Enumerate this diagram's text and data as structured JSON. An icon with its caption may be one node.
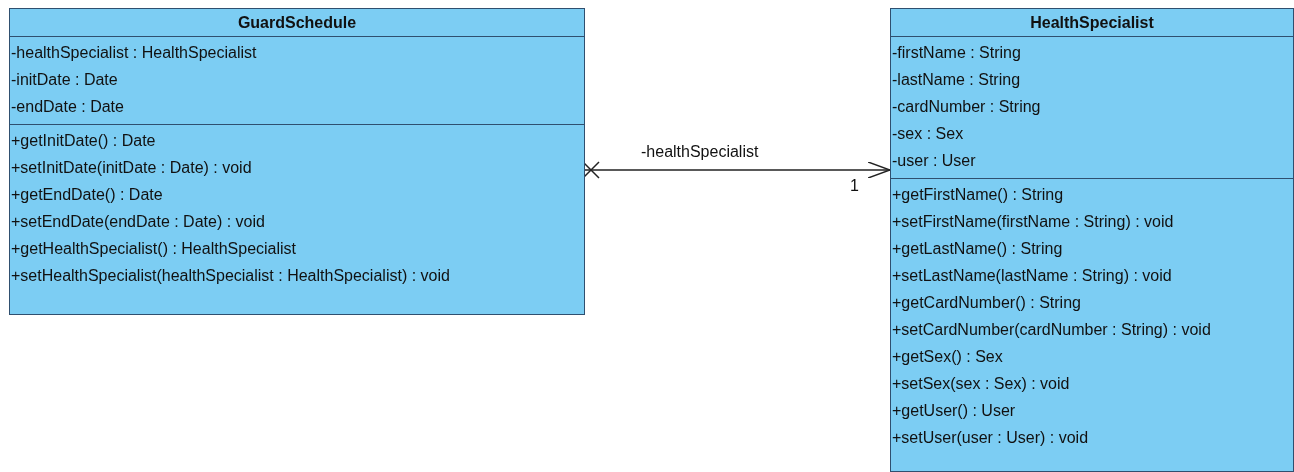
{
  "diagram": {
    "nodes": [
      {
        "text": [
          "GuardSchedule",
          "-healthSpecialist : HealthSpecialist",
          "-initDate : Date",
          "-endDate : Date",
          "+getInitDate() : Date",
          "+setInitDate(initDate : Date) : void",
          "+getEndDate() : Date",
          "+setEndDate(endDate : Date) : void",
          "+getHealthSpecialist() : HealthSpecialist",
          "+setHealthSpecialist(healthSpecialist : HealthSpecialist) : void"
        ]
      },
      {
        "text": [
          "HealthSpecialist",
          "-firstName : String",
          "-lastName : String",
          "-cardNumber : String",
          "-sex : Sex",
          "-user : User",
          "+getFirstName() : String",
          "+setFirstName(firstName : String) : void",
          "+getLastName() : String",
          "+setLastName(lastName : String) : void",
          "+getCardNumber() : String",
          "+setCardNumber(cardNumber : String) : void",
          "+getSex() : Sex",
          "+setSex(sex : Sex) : void",
          "+getUser() : User",
          "+setUser(user : User) : void"
        ]
      }
    ],
    "edges": [
      {
        "from": 0,
        "to": 1,
        "arrow": "to",
        "label": "-healthSpecialist"
      }
    ],
    "labels": [
      "1"
    ]
  }
}
